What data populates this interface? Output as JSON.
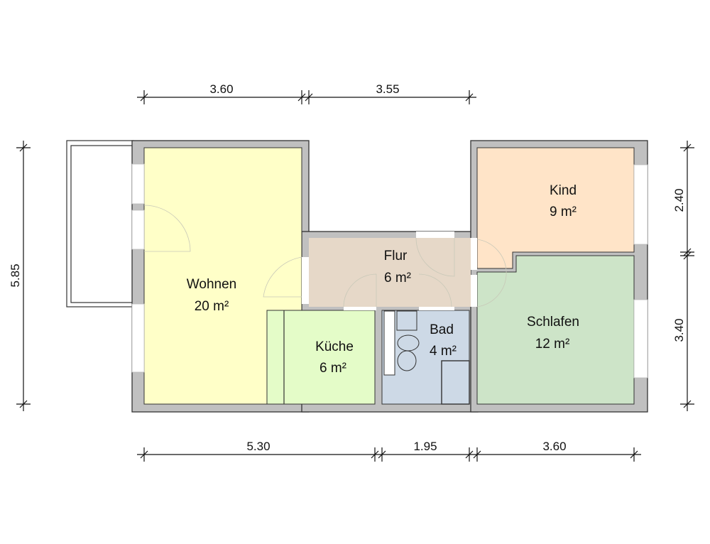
{
  "rooms": {
    "wohnen": {
      "name": "Wohnen",
      "area": "20 m²",
      "color": "#ffffc8"
    },
    "kueche": {
      "name": "Küche",
      "area": "6 m²",
      "color": "#e4fcc8"
    },
    "flur": {
      "name": "Flur",
      "area": "6 m²",
      "color": "#e6d8c8"
    },
    "bad": {
      "name": "Bad",
      "area": "4 m²",
      "color": "#cdd9e6"
    },
    "kind": {
      "name": "Kind",
      "area": "9 m²",
      "color": "#ffe4c8"
    },
    "schlafen": {
      "name": "Schlafen",
      "area": "12 m²",
      "color": "#cde4c8"
    }
  },
  "dimensions": {
    "top": [
      "3.60",
      "3.55"
    ],
    "bottom": [
      "5.30",
      "1.95",
      "3.60"
    ],
    "left": "5.85",
    "right": [
      "2.40",
      "3.40"
    ]
  },
  "colors": {
    "wall": "#c0c0c0",
    "outline": "#333333"
  }
}
